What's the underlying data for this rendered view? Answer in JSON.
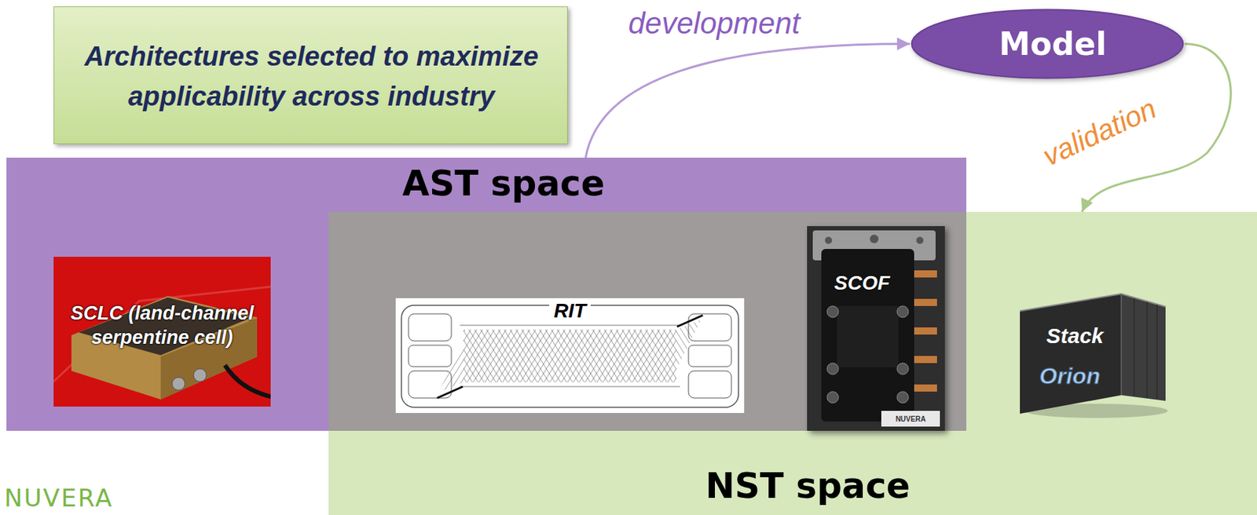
{
  "diagram": {
    "nodes": [
      {
        "text": [
          "Architectures selected to maximize applicability across industry"
        ]
      },
      {
        "text": [
          "Model"
        ]
      },
      {
        "text": [
          "AST space"
        ]
      },
      {
        "text": [
          "SCLC (land-channel serpentine cell)"
        ],
        "in": 2
      },
      {
        "text": [
          "RIT"
        ],
        "in": 2
      },
      {
        "text": [
          "SCOF"
        ],
        "in": 2
      },
      {
        "text": [
          "NST space"
        ]
      },
      {
        "text": [
          "Stack"
        ],
        "in": 6
      }
    ],
    "edges": [
      {
        "from": 2,
        "to": 1,
        "arrow": "to",
        "label": "development"
      },
      {
        "from": 1,
        "to": 6,
        "arrow": "to",
        "label": "validation"
      }
    ],
    "labels": [
      "NUVERA",
      "Orion",
      "NUVERA"
    ]
  }
}
